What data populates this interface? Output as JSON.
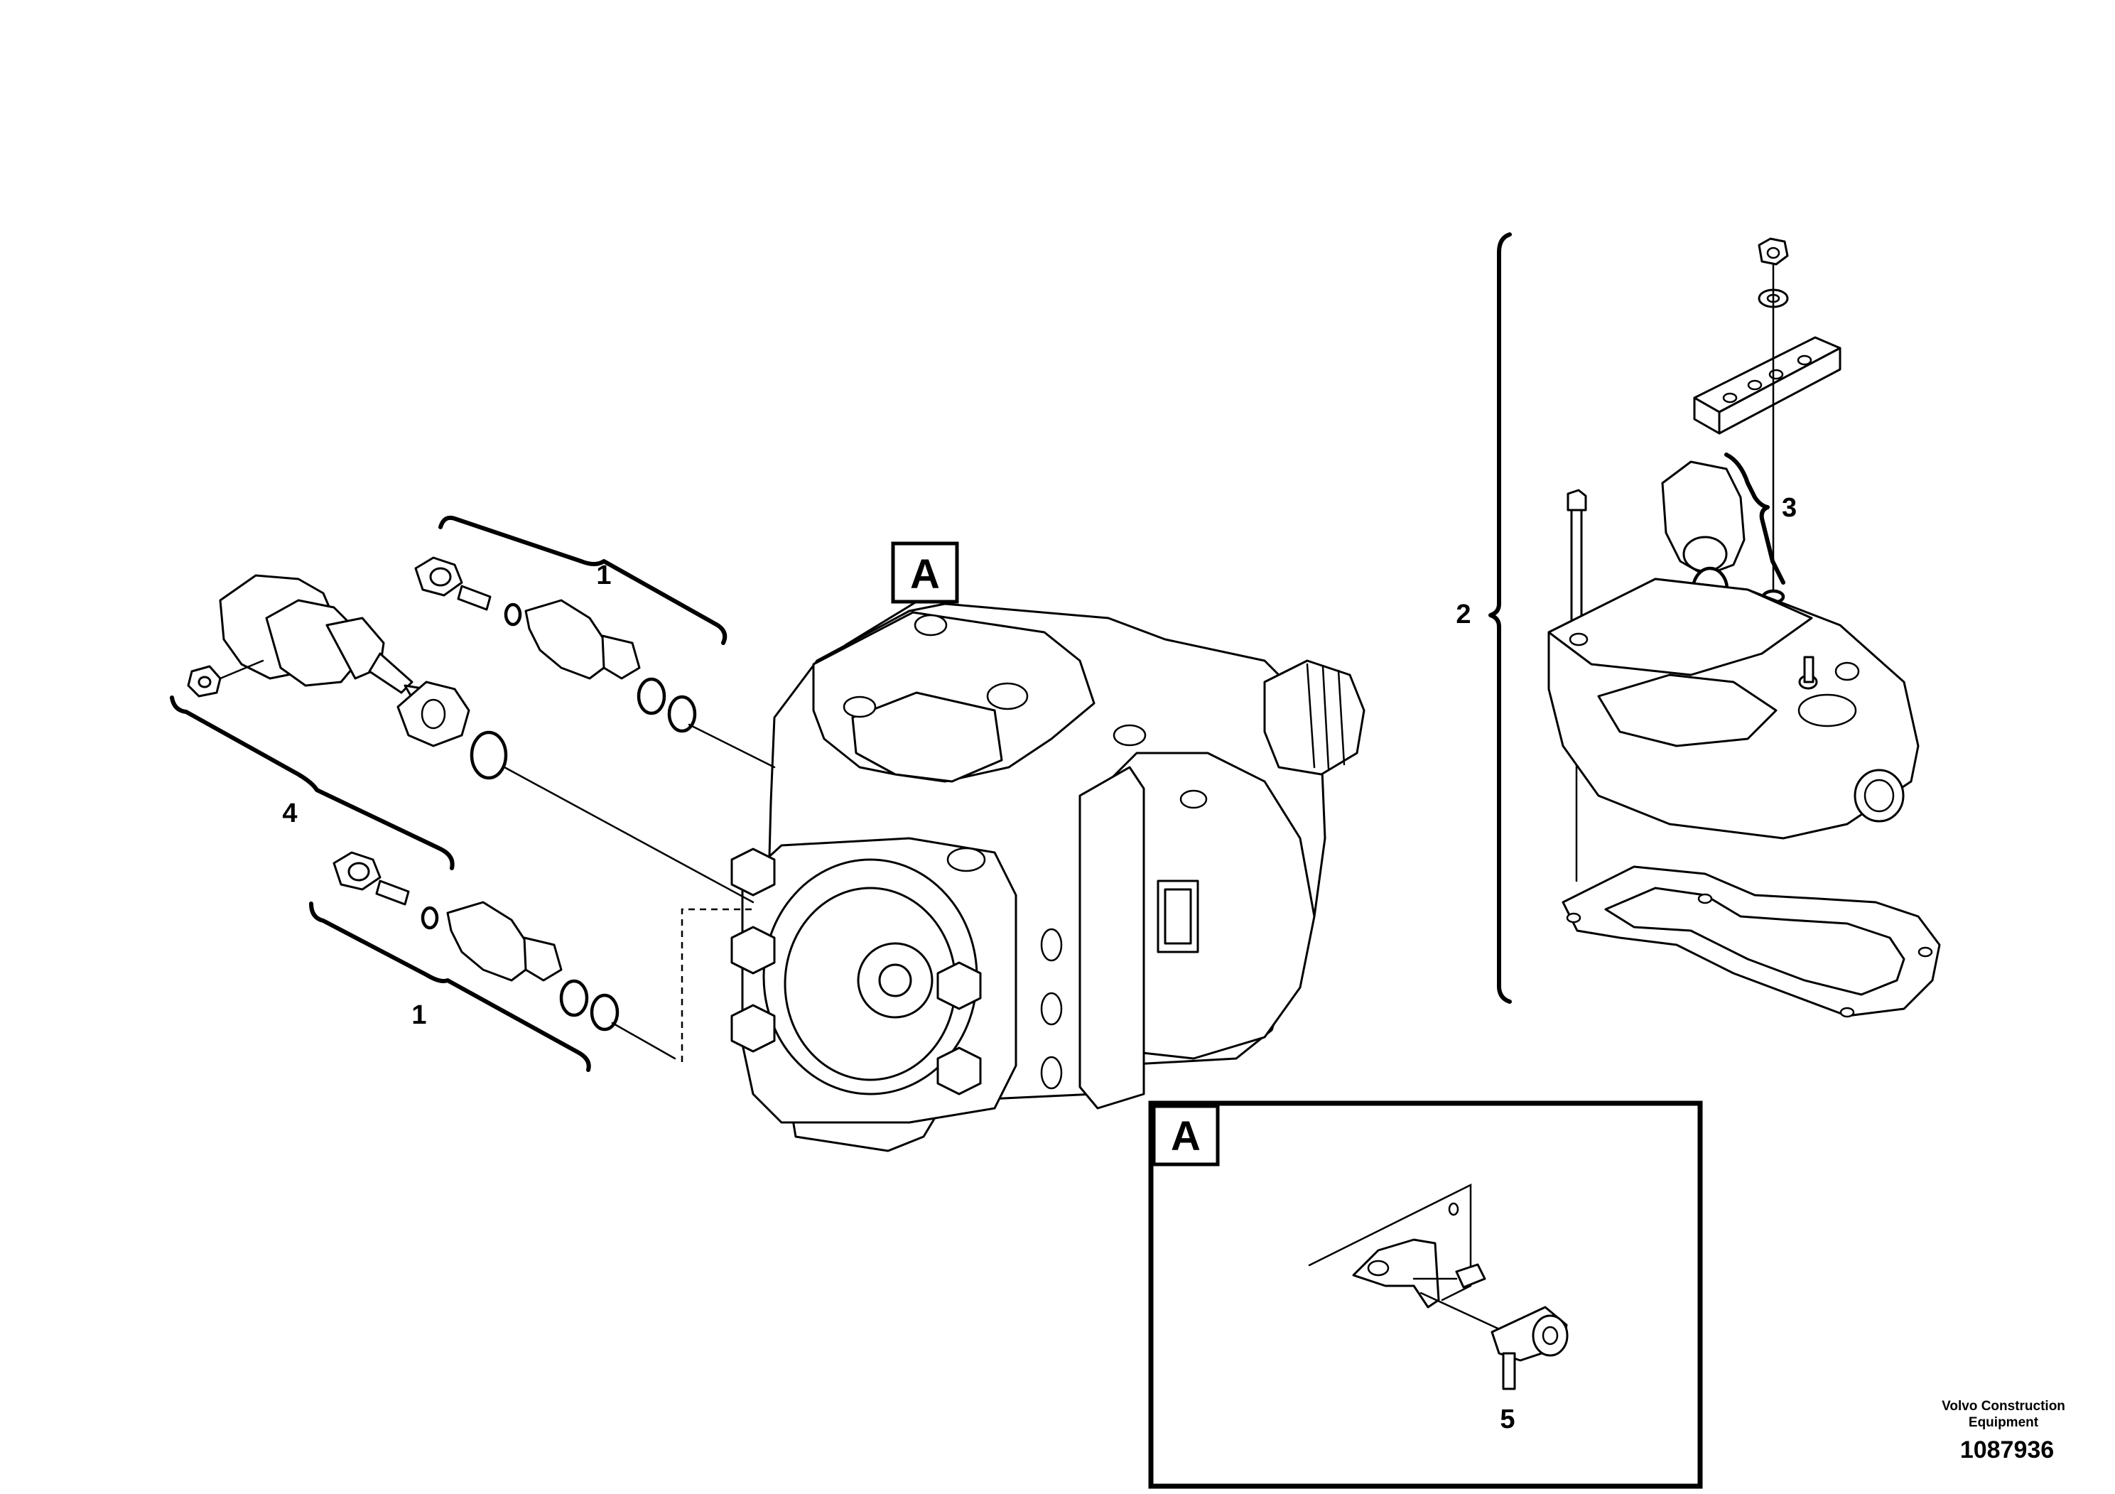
{
  "callouts": {
    "upper_left_valve_set": "1",
    "lower_left_valve_set": "1",
    "control_valve_set": "2",
    "solenoid_set": "3",
    "sensor_set": "4",
    "detail_plug": "5"
  },
  "detail_marker": {
    "on_pump": "A",
    "on_inset": "A"
  },
  "credit": {
    "line1": "Volvo Construction",
    "line2": "Equipment"
  },
  "document_number": "1087936"
}
